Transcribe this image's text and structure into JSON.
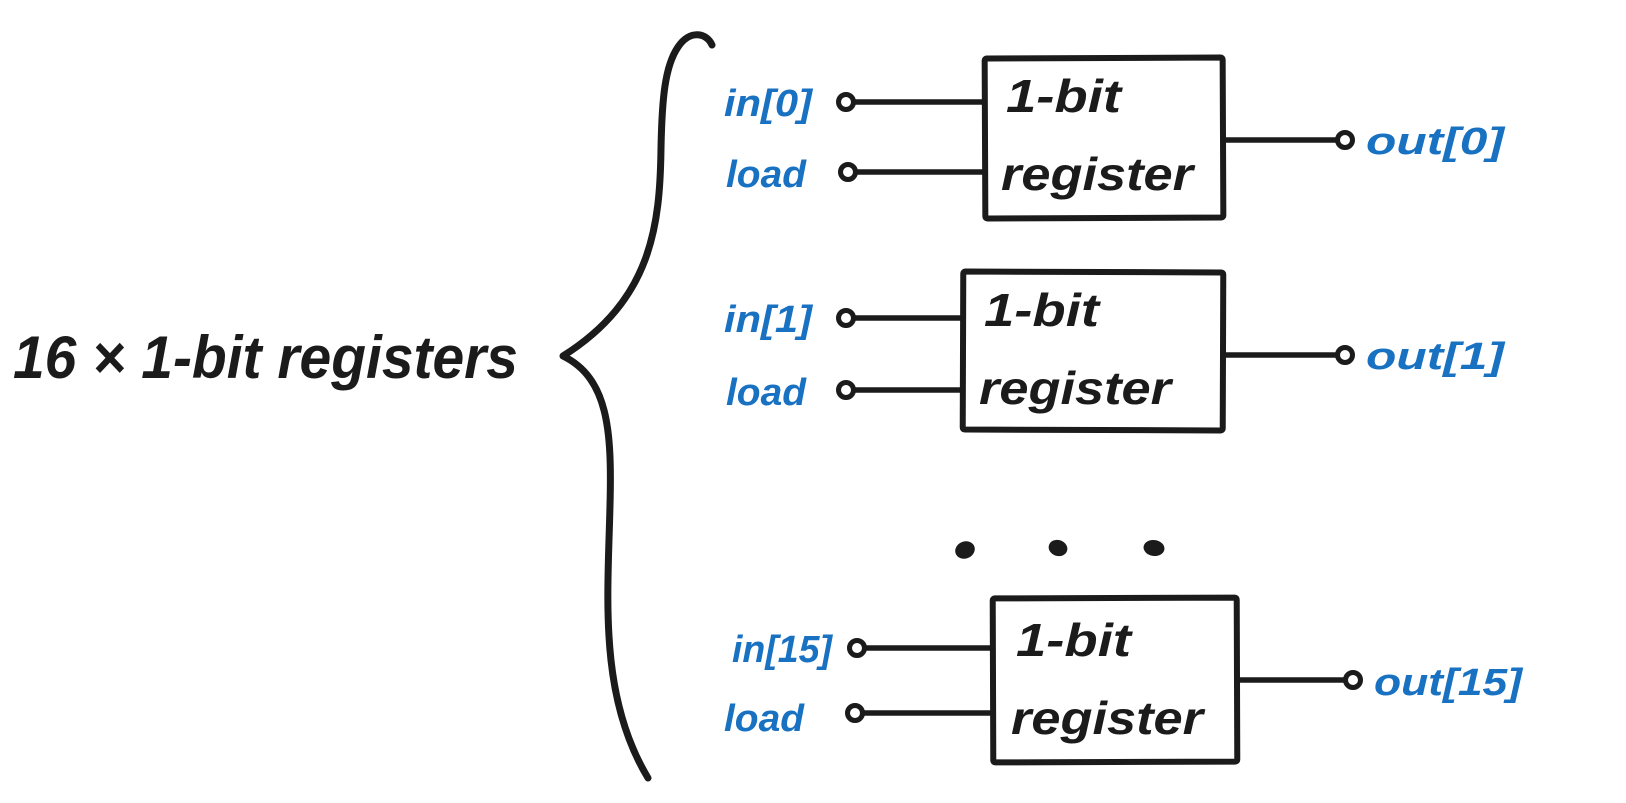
{
  "diagram": {
    "title": "16 × 1-bit registers",
    "colors": {
      "ink": "#1b1b1b",
      "accent_blue": "#1971c2",
      "background": "#ffffff"
    },
    "registers": [
      {
        "box_line1": "1-bit",
        "box_line2": "register",
        "input_label": "in[0]",
        "load_label": "load",
        "output_label": "out[0]"
      },
      {
        "box_line1": "1-bit",
        "box_line2": "register",
        "input_label": "in[1]",
        "load_label": "load",
        "output_label": "out[1]"
      },
      {
        "box_line1": "1-bit",
        "box_line2": "register",
        "input_label": "in[15]",
        "load_label": "load",
        "output_label": "out[15]"
      }
    ],
    "ellipsis_dot_count": 3
  }
}
